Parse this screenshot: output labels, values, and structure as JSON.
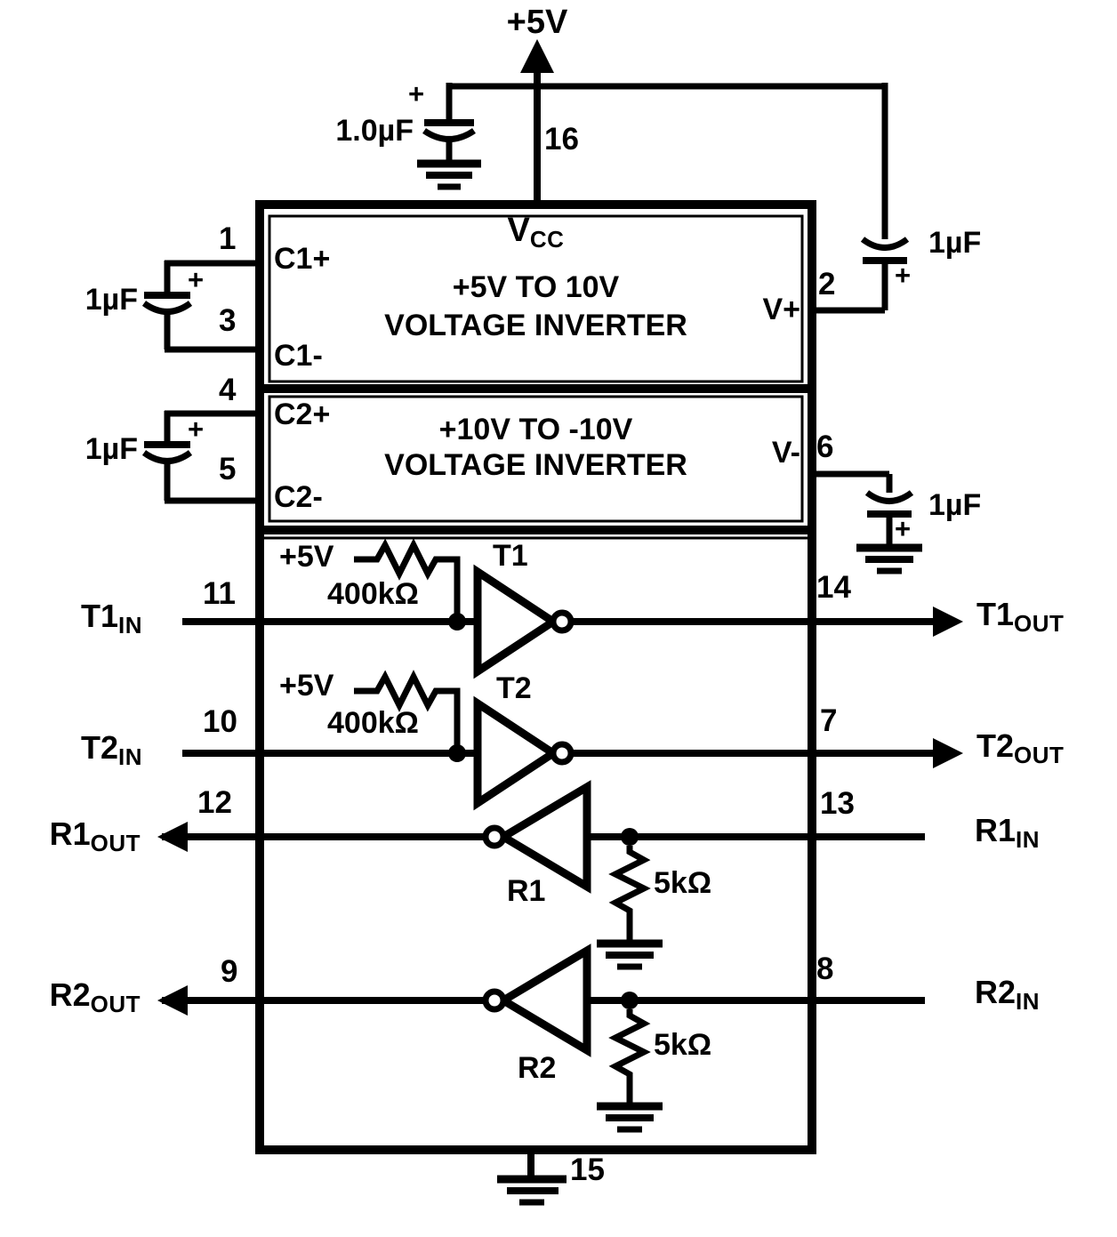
{
  "supply": {
    "rail_label": "+5V",
    "bypass_cap_value": "1.0µF",
    "bypass_cap_plus": "+",
    "vplus_cap_value": "1µF",
    "vplus_cap_plus": "+",
    "vminus_cap_value": "1µF",
    "vminus_cap_plus": "+"
  },
  "caps_left": {
    "c1_value": "1µF",
    "c1_plus": "+",
    "c2_value": "1µF",
    "c2_plus": "+"
  },
  "pins": {
    "p1": "1",
    "p2": "2",
    "p3": "3",
    "p4": "4",
    "p5": "5",
    "p6": "6",
    "p7": "7",
    "p8": "8",
    "p9": "9",
    "p10": "10",
    "p11": "11",
    "p12": "12",
    "p13": "13",
    "p14": "14",
    "p15": "15",
    "p16": "16"
  },
  "ic": {
    "inverter1": {
      "vcc_main": "V",
      "vcc_sub": "CC",
      "title_line1": "+5V TO 10V",
      "title_line2": "VOLTAGE INVERTER",
      "pin_c1_plus": "C1+",
      "pin_c1_minus": "C1-",
      "pin_v_plus": "V+"
    },
    "inverter2": {
      "title_line1": "+10V TO -10V",
      "title_line2": "VOLTAGE INVERTER",
      "pin_c2_plus": "C2+",
      "pin_c2_minus": "C2-",
      "pin_v_minus": "V-"
    },
    "t1": {
      "name": "T1",
      "pullup_rail": "+5V",
      "pullup_value": "400kΩ"
    },
    "t2": {
      "name": "T2",
      "pullup_rail": "+5V",
      "pullup_value": "400kΩ"
    },
    "r1": {
      "name": "R1",
      "pulldown_value": "5kΩ"
    },
    "r2": {
      "name": "R2",
      "pulldown_value": "5kΩ"
    }
  },
  "signals": {
    "t1in": {
      "main": "T1",
      "sub": "IN"
    },
    "t2in": {
      "main": "T2",
      "sub": "IN"
    },
    "t1out": {
      "main": "T1",
      "sub": "OUT"
    },
    "t2out": {
      "main": "T2",
      "sub": "OUT"
    },
    "r1out": {
      "main": "R1",
      "sub": "OUT"
    },
    "r2out": {
      "main": "R2",
      "sub": "OUT"
    },
    "r1in": {
      "main": "R1",
      "sub": "IN"
    },
    "r2in": {
      "main": "R2",
      "sub": "IN"
    }
  },
  "colors": {
    "ink": "#000000",
    "background": "#ffffff"
  }
}
